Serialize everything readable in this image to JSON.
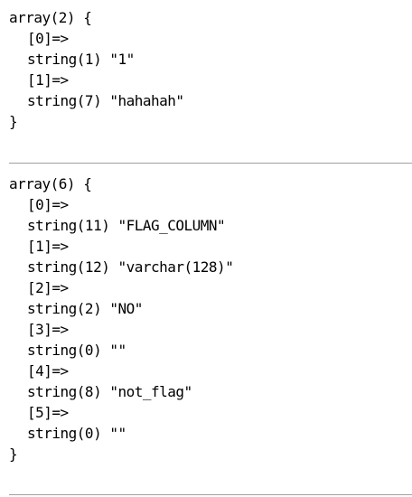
{
  "dumps": [
    {
      "open": "array(2) {",
      "entries": [
        {
          "key": "[0]=>",
          "value": "string(1) \"1\""
        },
        {
          "key": "[1]=>",
          "value": "string(7) \"hahahah\""
        }
      ],
      "close": "}"
    },
    {
      "open": "array(6) {",
      "entries": [
        {
          "key": "[0]=>",
          "value": "string(11) \"FLAG_COLUMN\""
        },
        {
          "key": "[1]=>",
          "value": "string(12) \"varchar(128)\""
        },
        {
          "key": "[2]=>",
          "value": "string(2) \"NO\""
        },
        {
          "key": "[3]=>",
          "value": "string(0) \"\""
        },
        {
          "key": "[4]=>",
          "value": "string(8) \"not_flag\""
        },
        {
          "key": "[5]=>",
          "value": "string(0) \"\""
        }
      ],
      "close": "}"
    }
  ]
}
